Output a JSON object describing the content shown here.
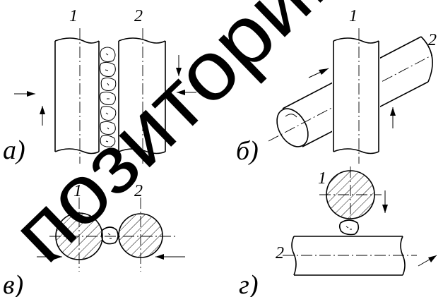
{
  "figure": {
    "panel_a": {
      "label": "а)",
      "numbers": [
        "1",
        "2"
      ]
    },
    "panel_b": {
      "label": "б)",
      "numbers": [
        "1",
        "2"
      ]
    },
    "panel_v": {
      "label": "в)",
      "numbers": [
        "1",
        "2"
      ]
    },
    "panel_g": {
      "label": "г)",
      "numbers": [
        "1",
        "2"
      ]
    }
  },
  "watermark": "позиторий"
}
